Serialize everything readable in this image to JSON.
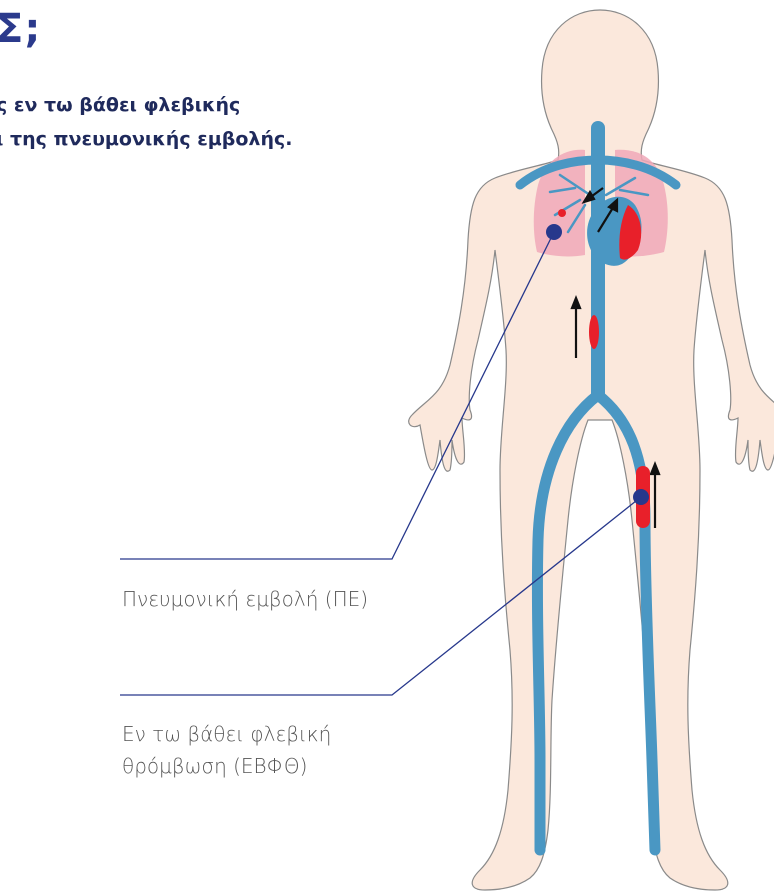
{
  "title": {
    "fragment": "Σ;"
  },
  "subtitle": {
    "line1": "ς εν τω βάθει φλεβικής",
    "line2": "ι της πνευμονικής εμβολής."
  },
  "labels": {
    "pe": "Πνευμονική εμβολή (ΠΕ)",
    "dvt_line1": "Εν τω βάθει φλεβική",
    "dvt_line2": "θρόμβωση (ΕΒΦΘ)"
  },
  "colors": {
    "skin": "#fbe8dc",
    "skin_outline": "#8a8a8a",
    "vein": "#4a97c3",
    "lung": "#f0a8b8",
    "clot": "#e8202a",
    "marker": "#27388c",
    "leader_line": "#27388c",
    "title": "#2b3a8c"
  }
}
